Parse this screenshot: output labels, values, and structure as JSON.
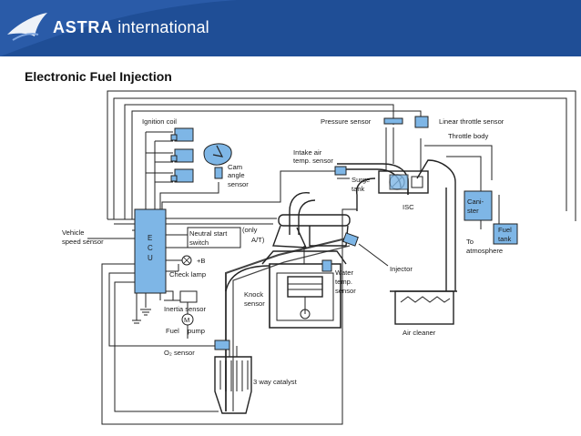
{
  "header": {
    "brand": "ASTRA",
    "brand_suffix": " international",
    "colors": {
      "bar": "#1f4e96",
      "accent": "#7fa6e0"
    }
  },
  "slide": {
    "title": "Electronic Fuel Injection"
  },
  "diagram": {
    "colors": {
      "component": "#7eb6e6",
      "line": "#222222"
    },
    "labels": {
      "ignition_coil": "Ignition coil",
      "cam_angle_sensor": [
        "Cam",
        "angle",
        "sensor"
      ],
      "pressure_sensor": "Pressure sensor",
      "linear_throttle_sensor": "Linear throttle sensor",
      "throttle_body": "Throttle body",
      "intake_air_temp_sensor": [
        "Intake air",
        "temp. sensor"
      ],
      "surge_tank": [
        "Surge",
        "tank"
      ],
      "isc": "ISC",
      "canister": [
        "Cani-",
        "ster"
      ],
      "fuel_tank": [
        "Fuel",
        "tank"
      ],
      "to_atmosphere": [
        "To",
        "atmosphere"
      ],
      "vehicle_speed_sensor": [
        "Vehicle",
        "speed sensor"
      ],
      "ecu": [
        "E",
        "C",
        "U"
      ],
      "neutral_start_switch": [
        "Neutral start",
        "switch"
      ],
      "only_at": [
        "(only",
        "A/T)"
      ],
      "plus_b": "+B",
      "check_lamp": "Check lamp",
      "injector": "Injector",
      "water_temp_sensor": [
        "Water",
        "temp.",
        "sensor"
      ],
      "knock_sensor": [
        "Knock",
        "sensor"
      ],
      "inertia_sensor": "Inertia sensor",
      "fuel_pump": [
        "Fuel",
        "pump"
      ],
      "pump_symbol": "M",
      "o2_sensor": "O₂ sensor",
      "air_cleaner": "Air cleaner",
      "three_way_catalyst": "3 way catalyst"
    }
  }
}
